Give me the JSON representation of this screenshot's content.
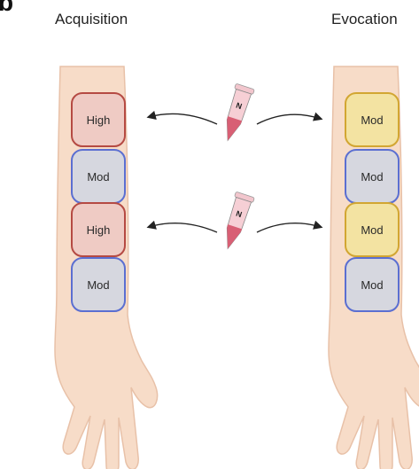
{
  "panel_letter": "b",
  "titles": {
    "left": "Acquisition",
    "right": "Evocation"
  },
  "tube_label": "N",
  "colors": {
    "skin": "#f7dcc8",
    "skin_shade": "#e8c1a8",
    "high_fill": "#efcbc4",
    "high_border": "#b54a43",
    "mod_fill": "#d6d7df",
    "mod_border": "#5b6fd1",
    "evo_fill": "#f3e3a2",
    "evo_border": "#d2a632",
    "tube_liquid": "#d85f74",
    "tube_body": "#f6cfd5"
  },
  "left_arm_pads": [
    {
      "label": "High",
      "kind": "high"
    },
    {
      "label": "Mod",
      "kind": "mod"
    },
    {
      "label": "High",
      "kind": "high"
    },
    {
      "label": "Mod",
      "kind": "mod"
    }
  ],
  "right_arm_pads": [
    {
      "label": "Mod",
      "kind": "evo"
    },
    {
      "label": "Mod",
      "kind": "mod"
    },
    {
      "label": "Mod",
      "kind": "evo"
    },
    {
      "label": "Mod",
      "kind": "mod"
    }
  ]
}
